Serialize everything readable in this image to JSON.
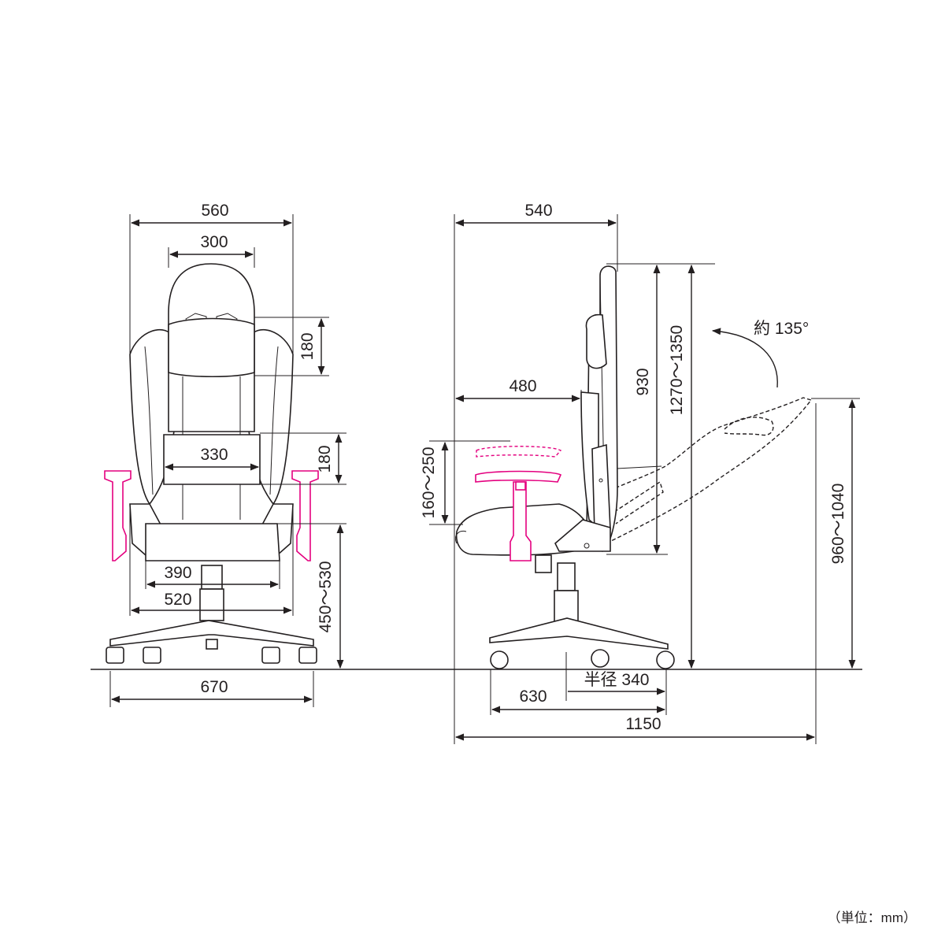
{
  "front": {
    "overall_width": "560",
    "headrest_width": "300",
    "pillow_height": "180",
    "lumbar_width": "330",
    "lumbar_height": "180",
    "seat_width": "390",
    "armrest_span": "520",
    "seat_height": "450～530",
    "base_width": "670"
  },
  "side": {
    "depth": "540",
    "seat_depth": "480",
    "back_height": "930",
    "total_height": "1270～1350",
    "recline_angle": "約 135°",
    "armrest_height": "160～250",
    "reclined_height": "960～1040",
    "caster_radius": "半径 340",
    "base_depth": "630",
    "reclined_length": "1150"
  },
  "unit_note": "（単位：mm）",
  "colors": {
    "line": "#231f20",
    "armrest": "#e4007f"
  }
}
